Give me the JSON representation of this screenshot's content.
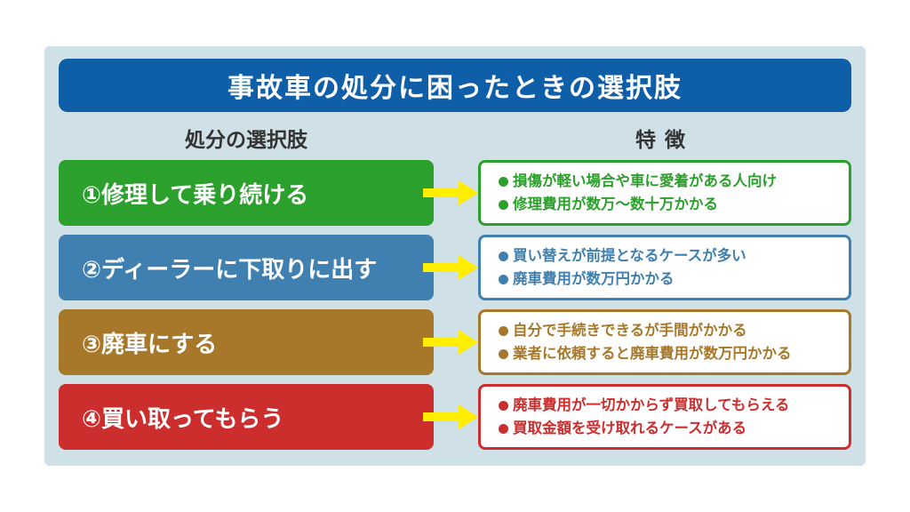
{
  "title": "事故車の処分に困ったときの選択肢",
  "headers": {
    "options": "処分の選択肢",
    "features": "特徴"
  },
  "rows": [
    {
      "option": "①修理して乗り続ける",
      "color": "#2ca02c",
      "features": [
        "損傷が軽い場合や車に愛着がある人向け",
        "修理費用が数万～数十万かかる"
      ]
    },
    {
      "option": "②ディーラーに下取りに出す",
      "color": "#3f80b0",
      "features": [
        "買い替えが前提となるケースが多い",
        "廃車費用が数万円かかる"
      ]
    },
    {
      "option": "③廃車にする",
      "color": "#a8782a",
      "features": [
        "自分で手続きできるが手間がかかる",
        "業者に依頼すると廃車費用が数万円かかる"
      ]
    },
    {
      "option": "④買い取ってもらう",
      "color": "#cc2e2e",
      "features": [
        "廃車費用が一切かからず買取してもらえる",
        "買取金額を受け取れるケースがある"
      ]
    }
  ],
  "colors": {
    "title_bar": "#0f5fa8",
    "panel": "#cfe0e6",
    "arrow": "#ffee00"
  }
}
